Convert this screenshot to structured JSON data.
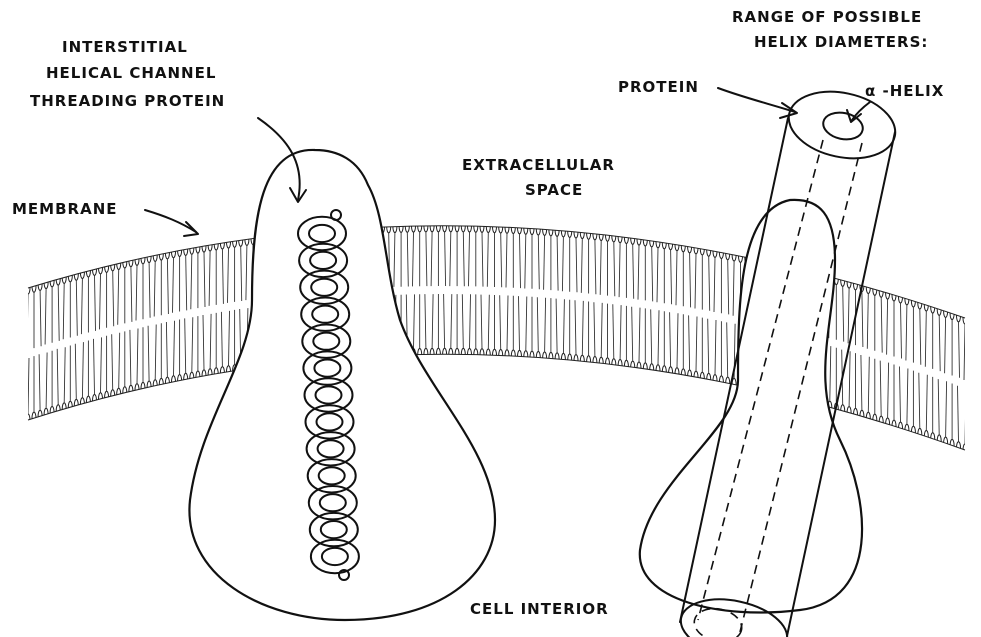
{
  "labels": {
    "title_line1": "INTERSTITIAL",
    "title_line2": "HELICAL CHANNEL",
    "title_line3": "THREADING PROTEIN",
    "membrane": "MEMBRANE",
    "extracellular_line1": "EXTRACELLULAR",
    "extracellular_line2": "SPACE",
    "range_line1": "RANGE OF POSSIBLE",
    "range_line2": "HELIX DIAMETERS:",
    "protein": "PROTEIN",
    "alpha_helix": "α -HELIX",
    "cell_interior": "CELL INTERIOR"
  }
}
